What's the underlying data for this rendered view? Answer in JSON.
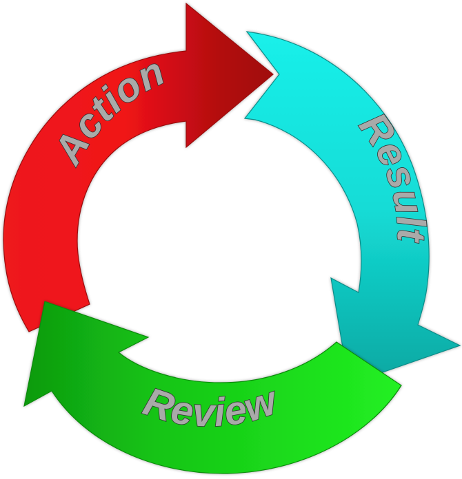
{
  "diagram": {
    "stages": [
      {
        "label": "Action",
        "color": "#e8131b"
      },
      {
        "label": "Result",
        "color": "#14e6e0"
      },
      {
        "label": "Review",
        "color": "#19db19"
      }
    ]
  }
}
